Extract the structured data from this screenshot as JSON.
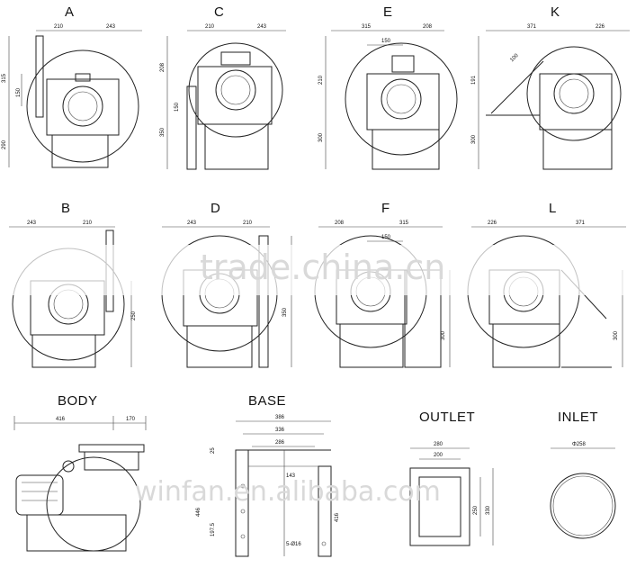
{
  "views": {
    "A": {
      "label": "A",
      "dims": [
        "210",
        "243",
        "315",
        "150",
        "290"
      ]
    },
    "C": {
      "label": "C",
      "dims": [
        "210",
        "243",
        "208",
        "150",
        "350"
      ]
    },
    "E": {
      "label": "E",
      "dims": [
        "315",
        "208",
        "150",
        "210",
        "300"
      ]
    },
    "K": {
      "label": "K",
      "dims": [
        "371",
        "226",
        "100",
        "191",
        "300"
      ]
    },
    "B": {
      "label": "B",
      "dims": [
        "243",
        "210",
        "250"
      ]
    },
    "D": {
      "label": "D",
      "dims": [
        "243",
        "210",
        "350"
      ]
    },
    "F": {
      "label": "F",
      "dims": [
        "208",
        "315",
        "150",
        "300"
      ]
    },
    "L": {
      "label": "L",
      "dims": [
        "226",
        "371",
        "300"
      ]
    }
  },
  "body": {
    "label": "BODY",
    "dims": [
      "416",
      "170"
    ]
  },
  "base": {
    "label": "BASE",
    "dims": [
      "386",
      "336",
      "286",
      "25",
      "143",
      "446",
      "416",
      "197.5",
      "5-Ø16"
    ]
  },
  "outlet": {
    "label": "OUTLET",
    "dims": [
      "280",
      "200",
      "250",
      "330"
    ]
  },
  "inlet": {
    "label": "INLET",
    "dims": [
      "Φ258"
    ]
  },
  "watermarks": {
    "top": "trade.china.cn",
    "bottom": "winfan.en.alibaba.com"
  }
}
